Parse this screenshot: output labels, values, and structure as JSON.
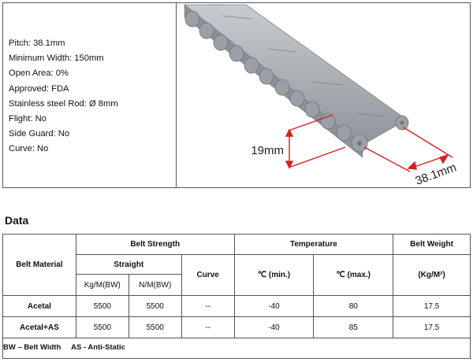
{
  "specs": [
    "Pitch: 38.1mm",
    "Minimum Width: 150mm",
    "Open Area: 0%",
    "Approved: FDA",
    "Stainless steel Rod: Ø 8mm",
    "Flight: No",
    "Side Guard: No",
    "Curve: No"
  ],
  "figure": {
    "dim_height": "19mm",
    "dim_pitch": "38.1mm",
    "accent": "#d62020",
    "belt_color": "#a9afb4"
  },
  "section_title": "Data",
  "table": {
    "belt_material": "Belt Material",
    "belt_strength": "Belt Strength",
    "temperature": "Temperature",
    "belt_weight": "Belt Weight",
    "straight": "Straight",
    "curve": "Curve",
    "kg_bw": "Kg/M(BW)",
    "n_bw": "N/M(BW)",
    "t_min": "℃ (min.)",
    "t_max": "℃ (max.)",
    "weight_unit": "(Kg/M²)",
    "rows": [
      {
        "material": "Acetal",
        "kg": "5500",
        "n": "5500",
        "curve": "--",
        "tmin": "-40",
        "tmax": "80",
        "weight": "17.5"
      },
      {
        "material": "Acetal+AS",
        "kg": "5500",
        "n": "5500",
        "curve": "--",
        "tmin": "-40",
        "tmax": "85",
        "weight": "17.5"
      }
    ]
  },
  "legend": "BW – Belt Width     AS - Anti-Static"
}
